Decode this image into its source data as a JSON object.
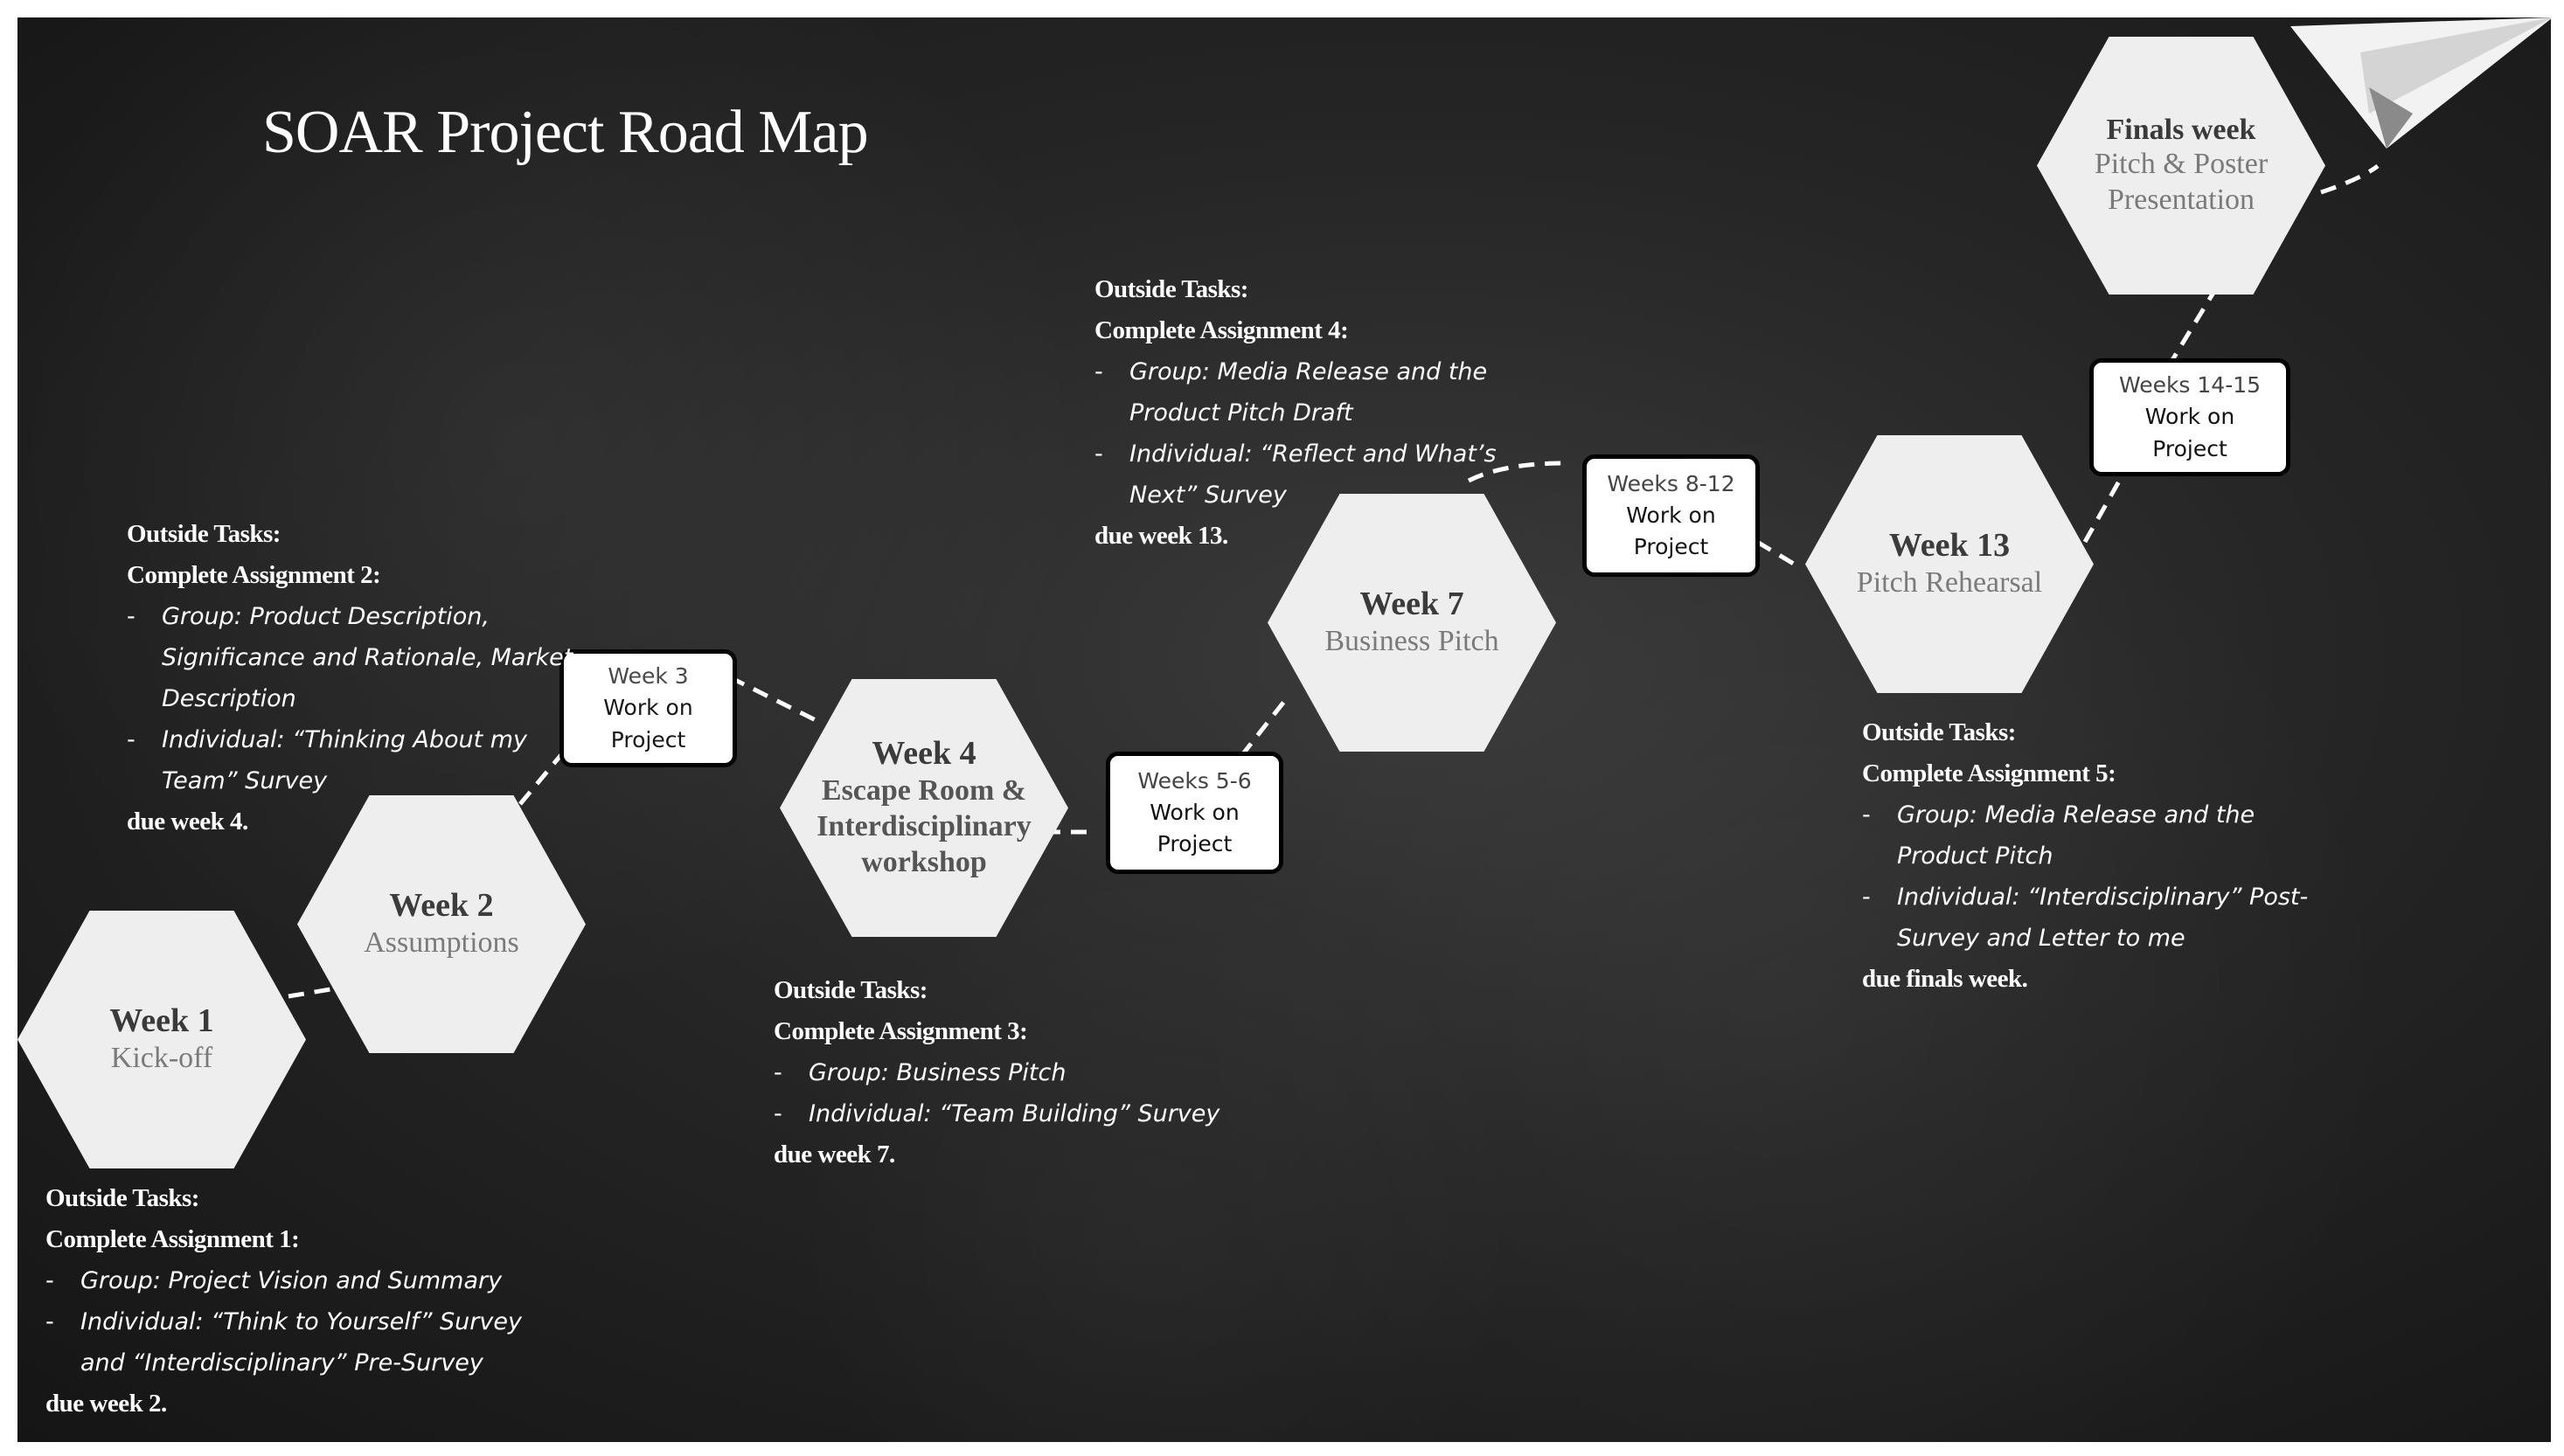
{
  "title": "SOAR Project Road Map",
  "milestones": [
    {
      "title": "Week 1",
      "subtitle": "Kick-off"
    },
    {
      "title": "Week 2",
      "subtitle": "Assumptions"
    },
    {
      "title": "Week 4",
      "subtitle": "Escape Room & Interdisciplinary workshop"
    },
    {
      "title": "Week 7",
      "subtitle": "Business Pitch"
    },
    {
      "title": "Week 13",
      "subtitle": "Pitch Rehearsal"
    },
    {
      "title": "Finals week",
      "subtitle": "Pitch & Poster Presentation"
    }
  ],
  "work_periods": [
    {
      "weeks": "Week 3",
      "label": "Work on Project"
    },
    {
      "weeks": "Weeks 5-6",
      "label": "Work on Project"
    },
    {
      "weeks": "Weeks 8-12",
      "label": "Work on Project"
    },
    {
      "weeks": "Weeks 14-15",
      "label": "Work on Project"
    }
  ],
  "tasks": [
    {
      "label": "Outside Tasks:",
      "assignment": "Complete Assignment 1:",
      "items": [
        "Group: Project Vision and Summary",
        "Individual: “Think to Yourself” Survey and “Interdisciplinary” Pre-Survey"
      ],
      "due": "due week 2."
    },
    {
      "label": "Outside Tasks:",
      "assignment": "Complete Assignment 2:",
      "items": [
        "Group: Product Description, Significance and Rationale, Market Description",
        "Individual: “Thinking About my Team” Survey"
      ],
      "due": "due week 4."
    },
    {
      "label": "Outside Tasks:",
      "assignment": "Complete Assignment 3:",
      "items": [
        "Group: Business Pitch",
        "Individual: “Team Building” Survey"
      ],
      "due": "due week 7."
    },
    {
      "label": "Outside Tasks:",
      "assignment": "Complete Assignment 4:",
      "items": [
        "Group: Media Release and the Product Pitch Draft",
        "Individual: “Reflect and What’s Next” Survey"
      ],
      "due": "due week 13."
    },
    {
      "label": "Outside Tasks:",
      "assignment": "Complete Assignment 5:",
      "items": [
        "Group: Media Release and the Product Pitch",
        "Individual: “Interdisciplinary” Post-Survey and Letter to me"
      ],
      "due": "due finals week."
    }
  ],
  "colors": {
    "background": "#222222",
    "hexagon": "#eeeeee",
    "text": "#ffffff"
  },
  "icons": [
    "paper-plane-icon"
  ]
}
